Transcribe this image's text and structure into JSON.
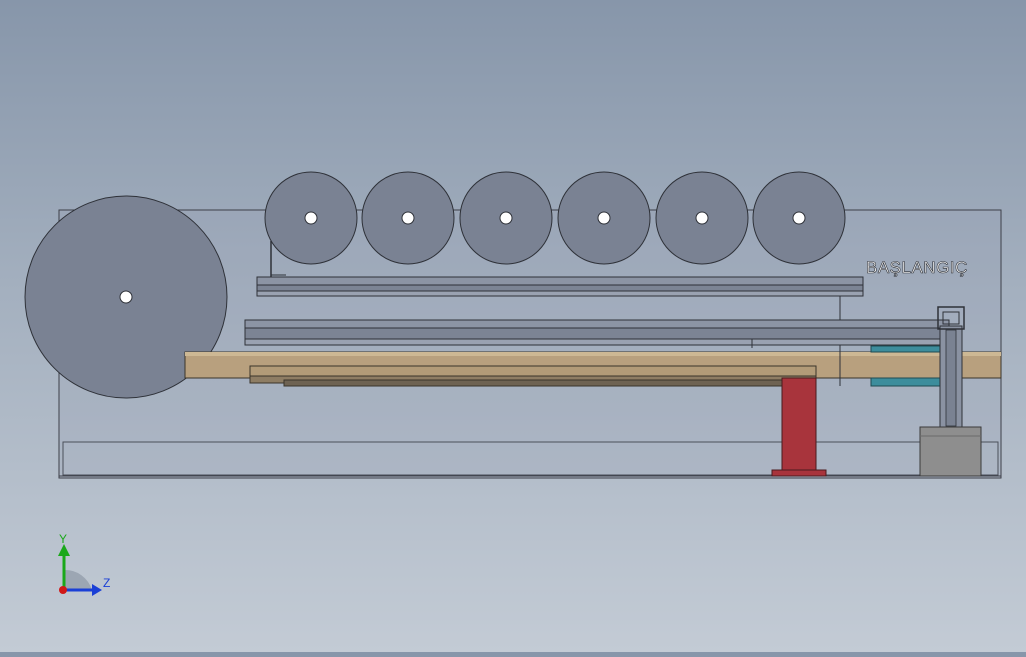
{
  "viewport": {
    "part_label": "BAŞLANGIÇ"
  },
  "triad": {
    "y_label": "Y",
    "z_label": "Z",
    "colors": {
      "y": "#1aa81a",
      "z": "#1a3fd6",
      "x": "#d01818"
    }
  },
  "colors": {
    "background_top": "#8796aa",
    "background_bottom": "#c3cbd5",
    "roller_fill": "#7a8293",
    "rod_fill": "#b8a07e",
    "support_fill": "#a8343c",
    "teal_block": "#3d8d9c",
    "motor_block": "#8e8e8e"
  },
  "icons": [
    "axis-triad-icon"
  ]
}
